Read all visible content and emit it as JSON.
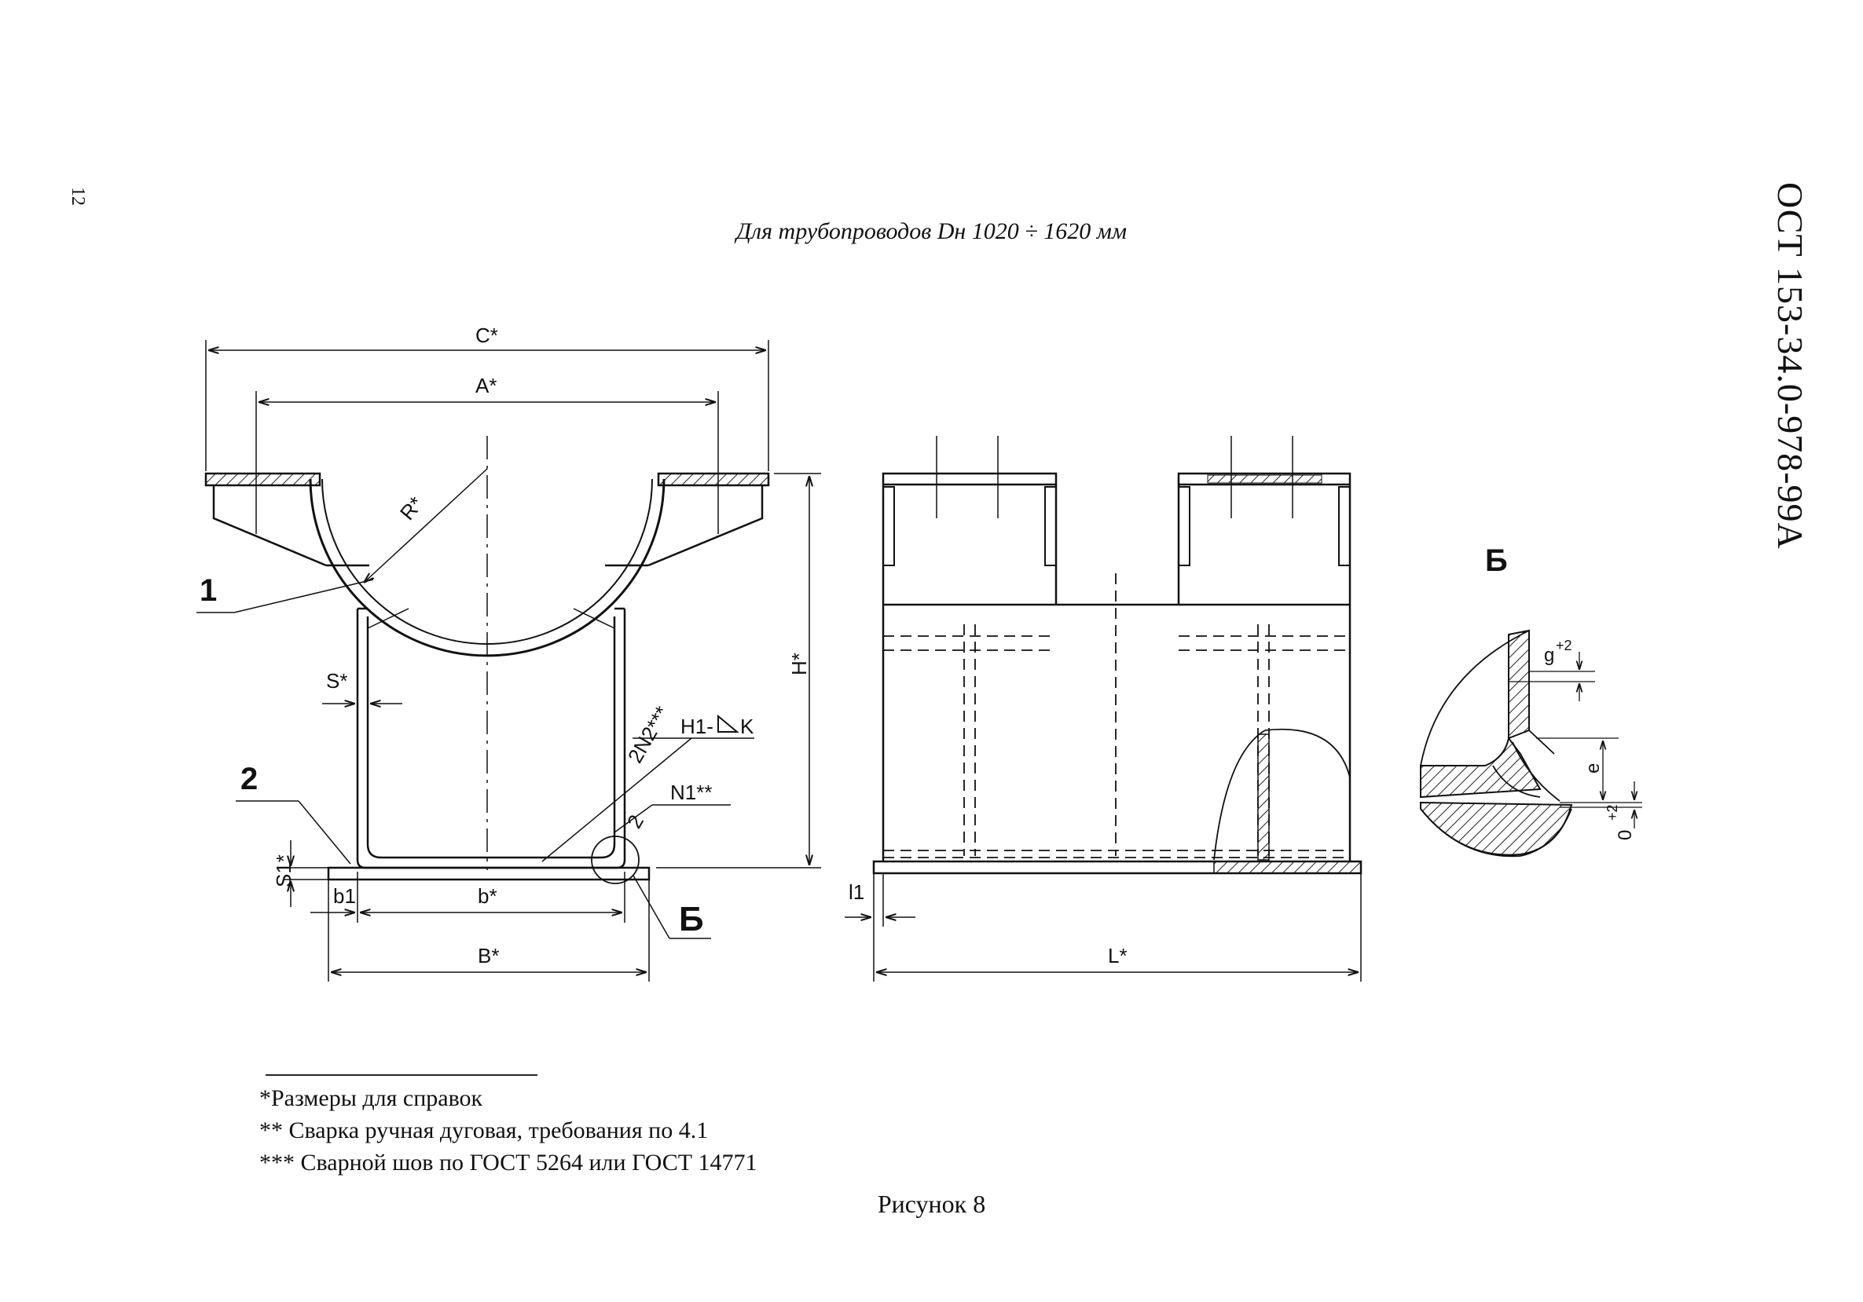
{
  "page_number": "12",
  "document_code": "ОСТ 153-34.0-978-99А",
  "top_caption": "Для трубопроводов Dн 1020 ÷ 1620 мм",
  "drawing": {
    "dims": {
      "C": "C*",
      "A": "A*",
      "R": "R*",
      "H": "H*",
      "S": "S*",
      "S1": "S1*",
      "b1": "b1",
      "b": "b*",
      "B": "B*",
      "L": "L*",
      "l1": "l1"
    },
    "callouts": {
      "part1": "1",
      "part2": "2",
      "part2_small": "2",
      "weld_2n2": "2N2***",
      "weld_h1": "H1-",
      "weld_k": "K",
      "weld_n1": "N1**",
      "view_b": "Б"
    },
    "detail": {
      "title": "Б",
      "g": "g",
      "g_tol": "+2",
      "e": "e",
      "zero": "0",
      "zero_tol": "+2"
    }
  },
  "notes": [
    "*Размеры для справок",
    "** Сварка ручная дуговая, требования по 4.1",
    "*** Сварной шов по ГОСТ 5264 или ГОСТ 14771"
  ],
  "figure_caption": "Рисунок 8"
}
